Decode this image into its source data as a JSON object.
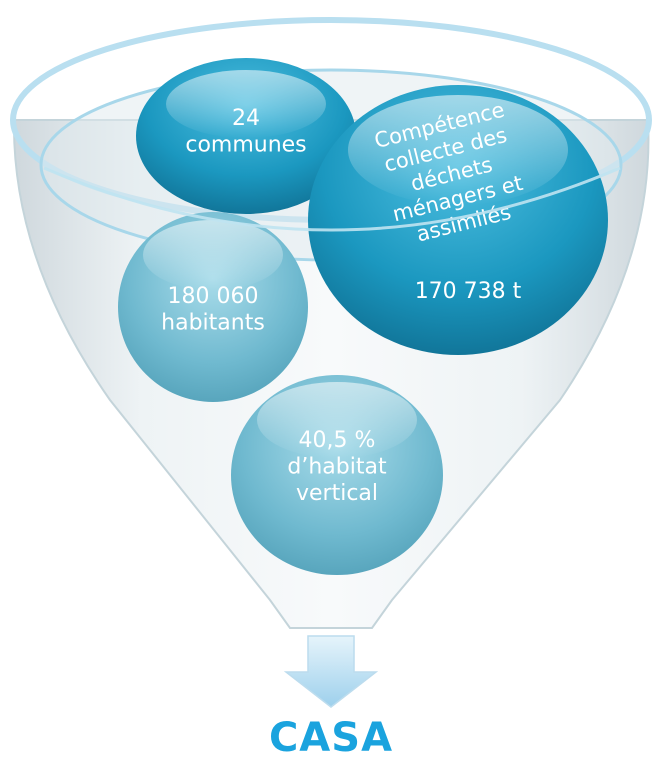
{
  "funnel": {
    "circles": [
      {
        "lines": [
          "24",
          "communes"
        ]
      },
      {
        "lines": [
          "Compétence",
          "collecte des",
          "déchets",
          "ménagers et",
          "assimilés"
        ]
      },
      {
        "lines": [
          "180 060",
          "habitants"
        ]
      },
      {
        "lines": [
          "170 738 t"
        ]
      },
      {
        "lines": [
          "40,5 %",
          "d’habitat",
          "vertical"
        ]
      }
    ]
  },
  "result": {
    "label": "CASA"
  },
  "colors": {
    "accent": "#1aa3de",
    "circle_dark": "#1a8fb5",
    "circle_light": "#7fc4d8",
    "funnel_edge": "#9fd4e6"
  }
}
